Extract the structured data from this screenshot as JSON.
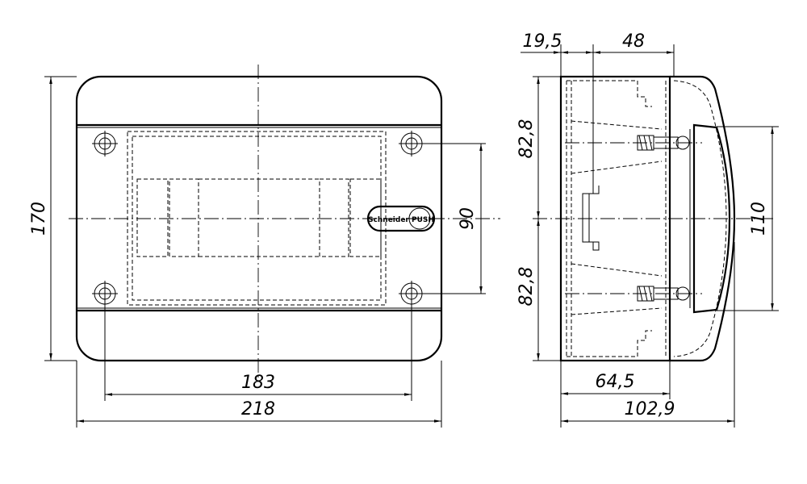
{
  "drawing": {
    "front_view": {
      "height_label": "170",
      "hole_vertical_spacing_label": "90",
      "hole_horizontal_spacing_label": "183",
      "overall_width_label": "218",
      "logo_text": "Schneider PUSH"
    },
    "side_view": {
      "top_offset_label": "19,5",
      "top_depth_label": "48",
      "upper_half_label": "82,8",
      "lower_half_label": "82,8",
      "door_height_label": "110",
      "base_depth_label": "64,5",
      "overall_depth_label": "102,9"
    }
  }
}
